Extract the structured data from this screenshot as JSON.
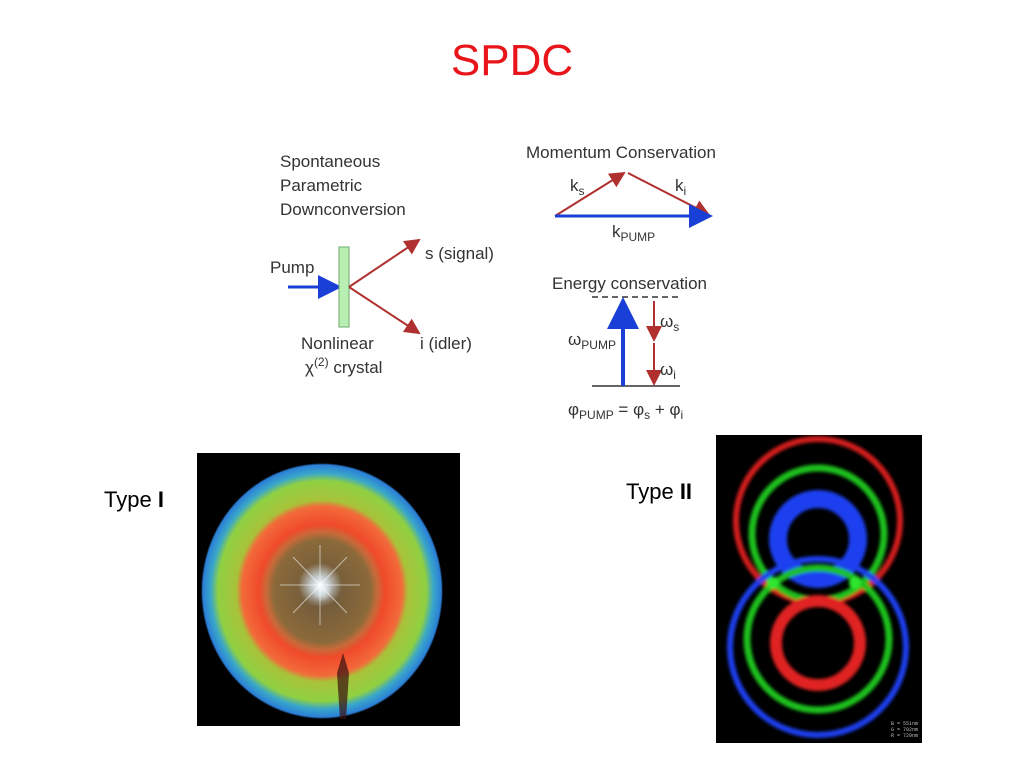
{
  "slide": {
    "title": "SPDC"
  },
  "spdc_diagram": {
    "heading_line1": "Spontaneous",
    "heading_line2": "Parametric",
    "heading_line3": "Downconversion",
    "pump_label": "Pump",
    "signal_label": "s (signal)",
    "idler_label": "i (idler)",
    "crystal_label_line1": "Nonlinear",
    "crystal_label_chi": "χ",
    "crystal_label_sup": "(2)",
    "crystal_label_rest": " crystal"
  },
  "momentum": {
    "heading": "Momentum Conservation",
    "ks_base": "k",
    "ks_sub": "s",
    "ki_base": "k",
    "ki_sub": "i",
    "kpump_base": "k",
    "kpump_sub": "PUMP"
  },
  "energy": {
    "heading": "Energy conservation",
    "wpump_base": "ω",
    "wpump_sub": "PUMP",
    "ws_base": "ω",
    "ws_sub": "s",
    "wi_base": "ω",
    "wi_sub": "i",
    "phase_lhs_base": "φ",
    "phase_lhs_sub": "PUMP",
    "phase_eq": " = ",
    "phase_s_base": "φ",
    "phase_s_sub": "s",
    "phase_plus": " + ",
    "phase_i_base": "φ",
    "phase_i_sub": "i"
  },
  "type1": {
    "label_prefix": "Type ",
    "label_roman": "I"
  },
  "type2": {
    "label_prefix": "Type ",
    "label_roman": "II",
    "legend_line1": "B = 551nm",
    "legend_line2": "G = 702nm",
    "legend_line3": "R = 729nm"
  },
  "colors": {
    "title": "#e8151b",
    "pump_arrow": "#1a3fd6",
    "signal_idler_arrow": "#b03030",
    "crystal": "#b9efb3"
  }
}
